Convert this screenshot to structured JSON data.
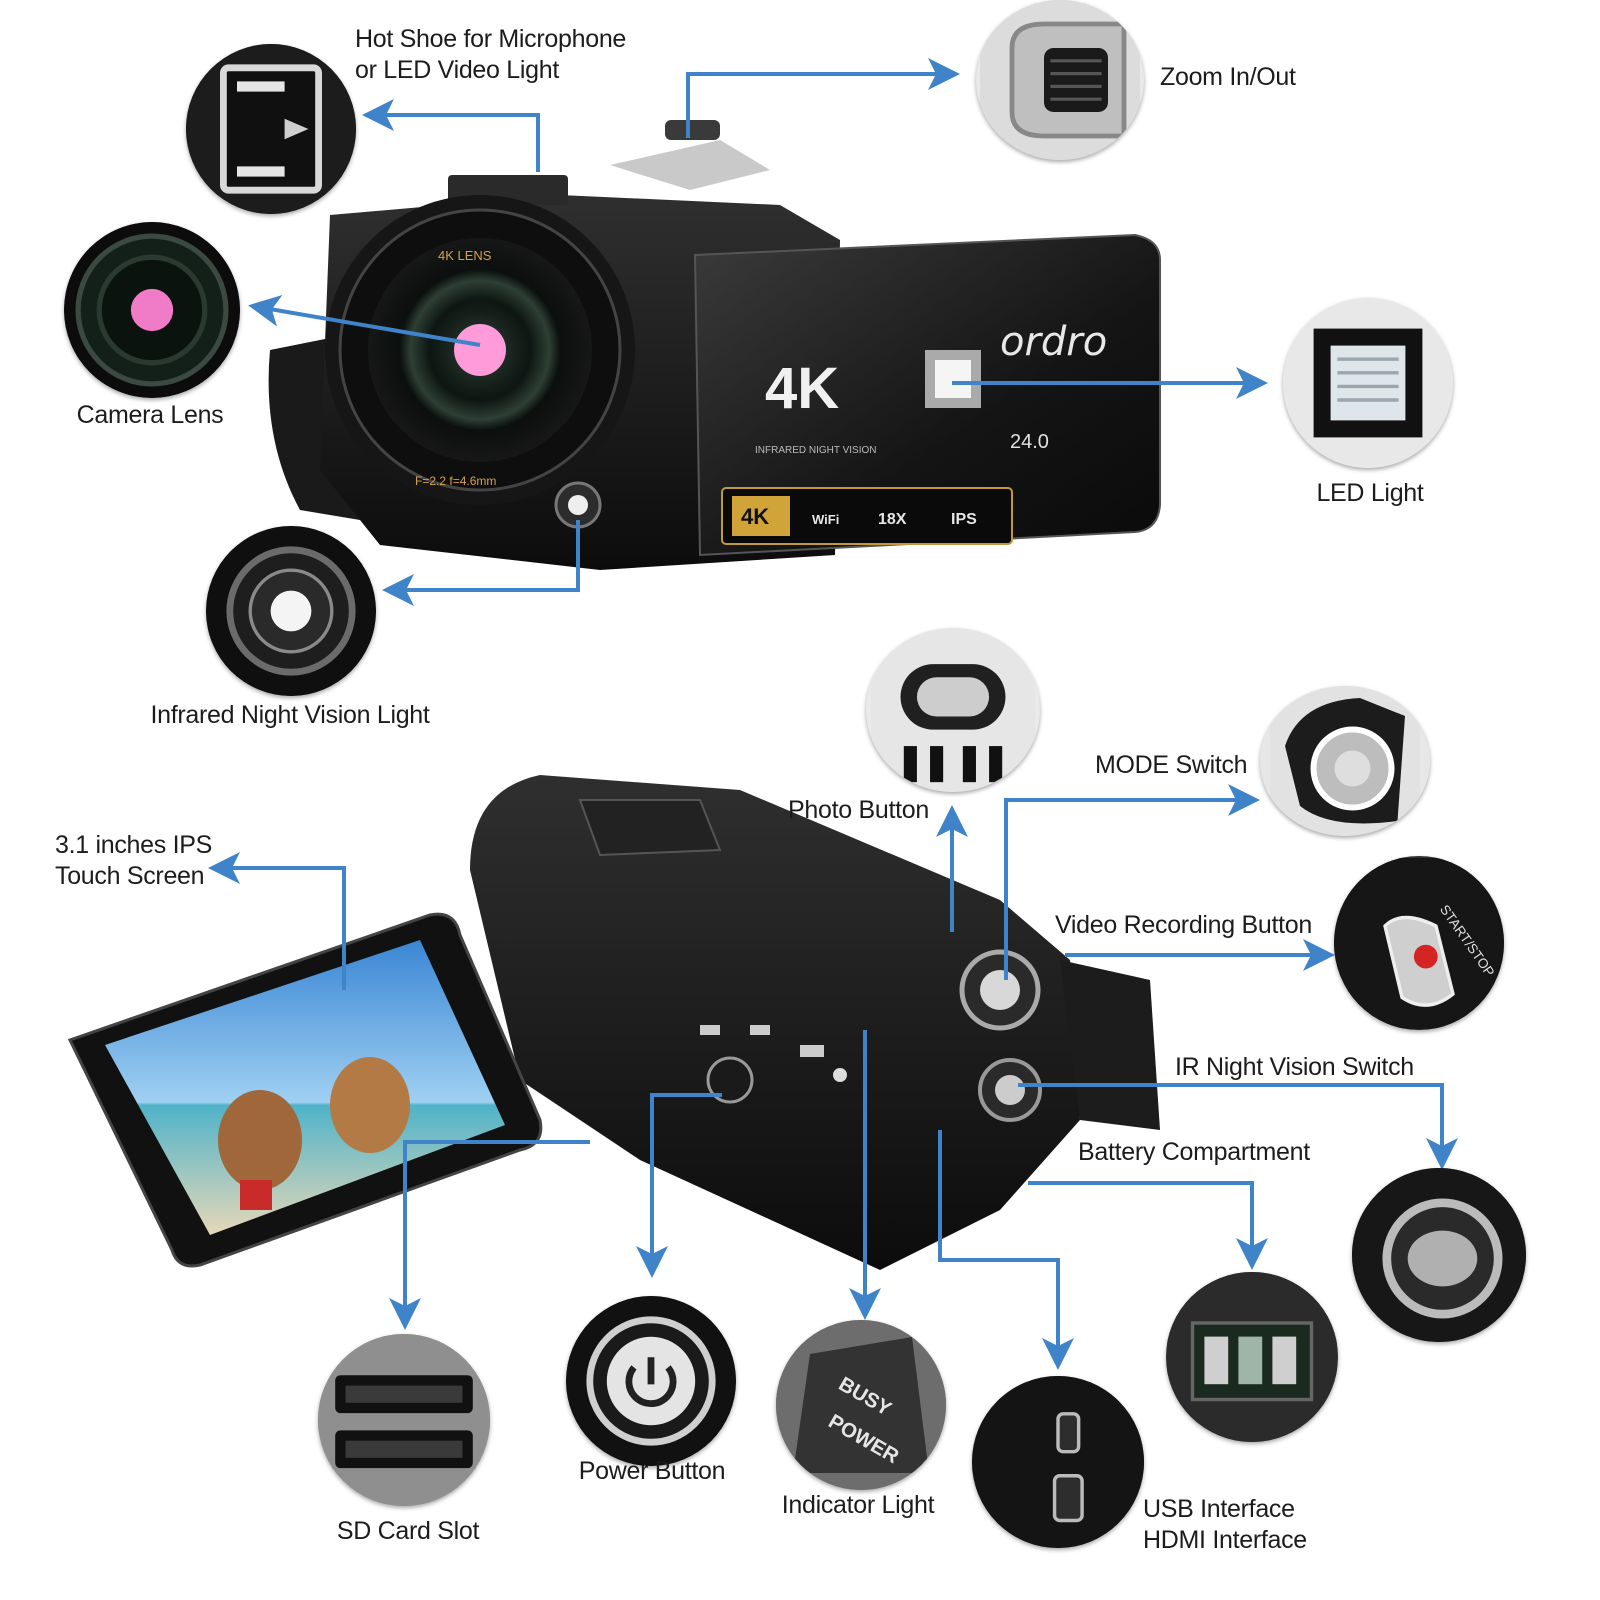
{
  "brand": "ordro",
  "accent_color": "#3f83c9",
  "front_view": {
    "body_badge": "4K",
    "body_subtext": "INFRARED NIGHT VISION",
    "megapixels_text": "24.0",
    "lens_ring_text": "4K LENS",
    "lens_spec_text": "F=2.2 f=4.6mm",
    "feature_badges": [
      "4K",
      "WiFi",
      "18X",
      "IPS"
    ]
  },
  "callouts": {
    "hot_shoe": {
      "line1": "Hot Shoe for Microphone",
      "line2": "or LED Video Light",
      "icon": "hot-shoe-icon"
    },
    "zoom": {
      "text": "Zoom In/Out",
      "icon": "zoom-lever-icon"
    },
    "lens": {
      "text": "Camera Lens",
      "icon": "camera-lens-icon"
    },
    "led": {
      "text": "LED Light",
      "icon": "led-light-icon"
    },
    "infrared": {
      "text": "Infrared Night Vision Light",
      "icon": "infrared-light-icon"
    },
    "photo": {
      "text": "Photo Button",
      "icon": "photo-button-icon"
    },
    "mode": {
      "text": "MODE Switch",
      "icon": "mode-switch-icon"
    },
    "video": {
      "text": "Video Recording Button",
      "icon": "record-button-icon",
      "button_text": "START/STOP"
    },
    "screen": {
      "line1": "3.1 inches IPS",
      "line2": "Touch Screen",
      "icon": "touch-screen-icon"
    },
    "ir_switch": {
      "text": "IR Night Vision Switch",
      "icon": "ir-switch-icon"
    },
    "battery": {
      "text": "Battery Compartment",
      "icon": "battery-compartment-icon"
    },
    "sd": {
      "text": "SD Card Slot",
      "icon": "sd-card-slot-icon"
    },
    "power": {
      "text": "Power Button",
      "icon": "power-icon"
    },
    "indicator": {
      "text": "Indicator Light",
      "icon": "indicator-light-icon",
      "tags": [
        "BUSY",
        "POWER"
      ]
    },
    "usb_hdmi": {
      "line1": "USB Interface",
      "line2": "HDMI Interface",
      "icon": "usb-hdmi-port-icon"
    }
  }
}
